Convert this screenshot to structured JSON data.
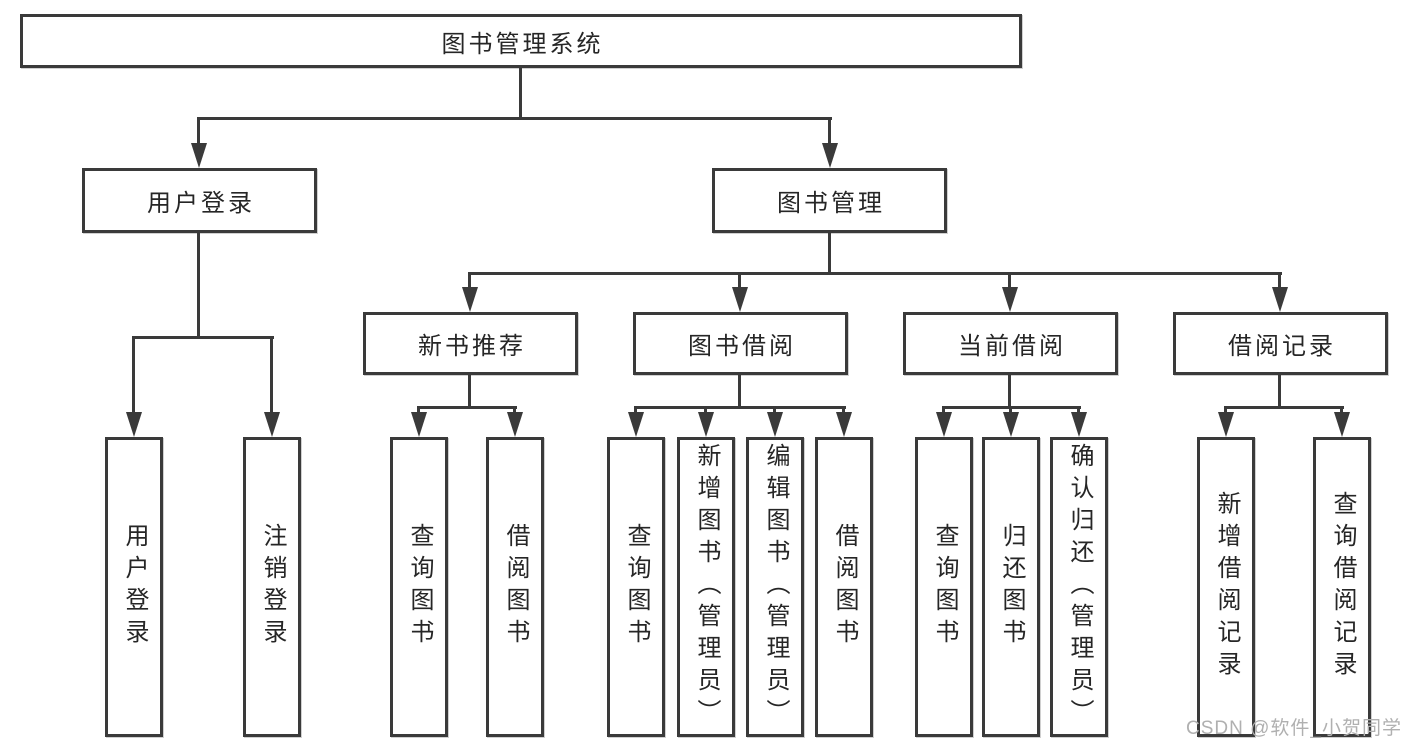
{
  "diagram": {
    "root": "图书管理系统",
    "branches": [
      {
        "label": "用户登录",
        "children": [
          "用户登录",
          "注销登录"
        ]
      },
      {
        "label": "图书管理",
        "sections": [
          {
            "label": "新书推荐",
            "children": [
              "查询图书",
              "借阅图书"
            ]
          },
          {
            "label": "图书借阅",
            "children": [
              "查询图书",
              "新增图书（管理员）",
              "编辑图书（管理员）",
              "借阅图书"
            ]
          },
          {
            "label": "当前借阅",
            "children": [
              "查询图书",
              "归还图书",
              "确认归还（管理员）"
            ]
          },
          {
            "label": "借阅记录",
            "children": [
              "新增借阅记录",
              "查询借阅记录"
            ]
          }
        ]
      }
    ]
  },
  "watermark": {
    "text": "CSDN @软件_小贺同学"
  },
  "colors": {
    "line": "#3a3a3a",
    "text": "#262626",
    "background": "#ffffff",
    "watermark": "#b0b0b0"
  }
}
